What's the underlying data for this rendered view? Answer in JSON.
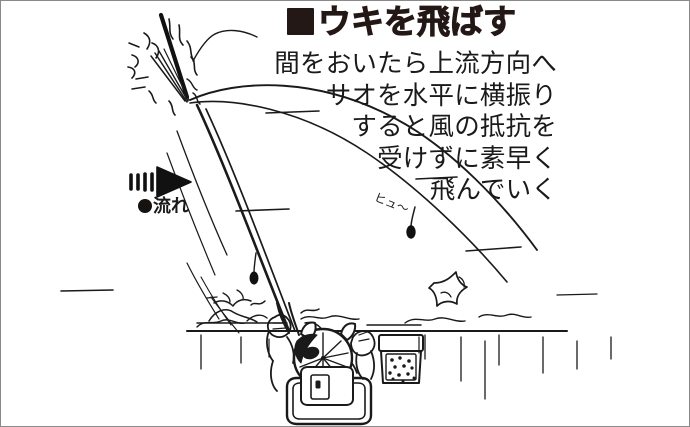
{
  "figure": {
    "kind": "instructional-fishing-illustration",
    "border_color": "#8a8a8a",
    "background_color": "#ffffff",
    "ink_color": "#1a1a1a"
  },
  "heading": {
    "bullet": "■",
    "text": "ウキを飛ばす",
    "color": "#231815"
  },
  "body_copy": {
    "text": "間をおいたら上流方向へ\nサオを水平に横振り\nすると風の抵抗を\n受けずに素早く\n飛んでいく",
    "lines": [
      "間をおいたら上流方向へ",
      "サオを水平に横振り",
      "すると風の抵抗を",
      "受けずに素早く",
      "飛んでいく"
    ],
    "align": "right",
    "color": "#1a1a1a"
  },
  "flow_indicator": {
    "bullet": "●",
    "label": "流れ",
    "arrow_direction": "right",
    "motion_dashes": 5
  },
  "sfx": {
    "whoosh": "ヒュ〜"
  },
  "scene": {
    "rod_tip_impact": "speed-lines-burst",
    "float_in_flight": "ウキ",
    "splash_landing": "star-splash",
    "angler": "seated-angler-with-hat",
    "bait_container": "bait-box",
    "platform": "fishing-stand",
    "water_surface": "horizontal-water-line"
  }
}
